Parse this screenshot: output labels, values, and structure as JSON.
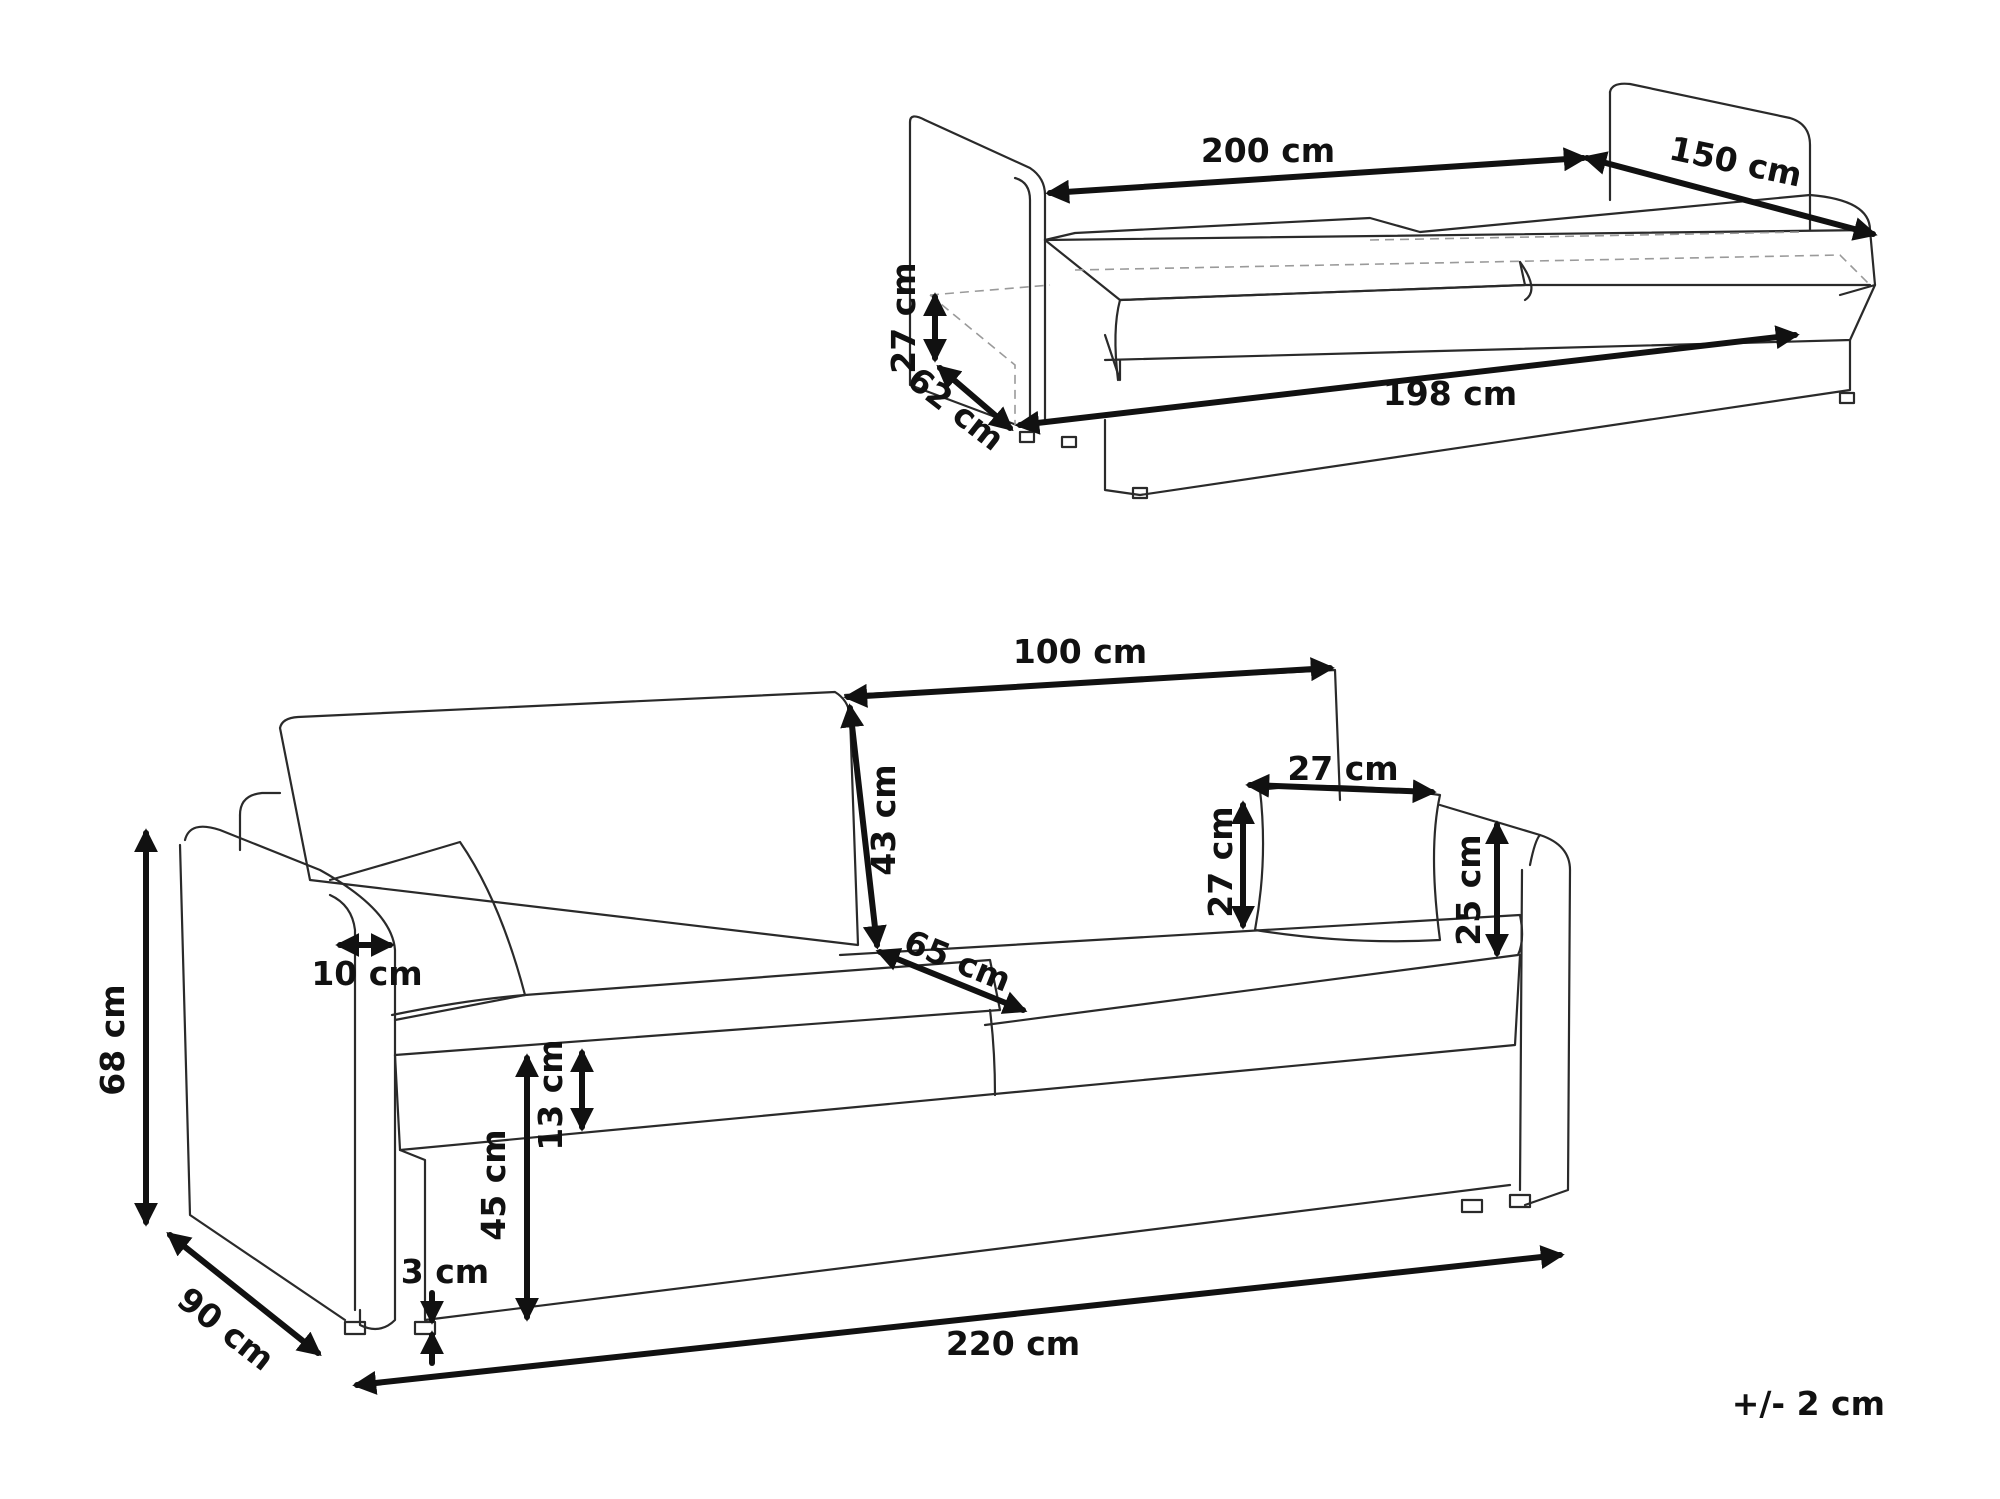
{
  "top_view": {
    "seat_length": "200 cm",
    "bed_width": "150 cm",
    "drawer_height": "27 cm",
    "drawer_depth": "62 cm",
    "drawer_length": "198 cm"
  },
  "front_view": {
    "back_cushion_width": "100 cm",
    "back_cushion_height": "43 cm",
    "pillow_width": "27 cm",
    "pillow_height": "27 cm",
    "armrest_height_above_seat": "25 cm",
    "armrest_thickness": "10 cm",
    "seat_depth": "65 cm",
    "total_height": "68 cm",
    "seat_height": "45 cm",
    "seat_cushion_thickness": "13 cm",
    "leg_height": "3 cm",
    "depth": "90 cm",
    "total_width": "220 cm"
  },
  "tolerance": "+/- 2 cm"
}
